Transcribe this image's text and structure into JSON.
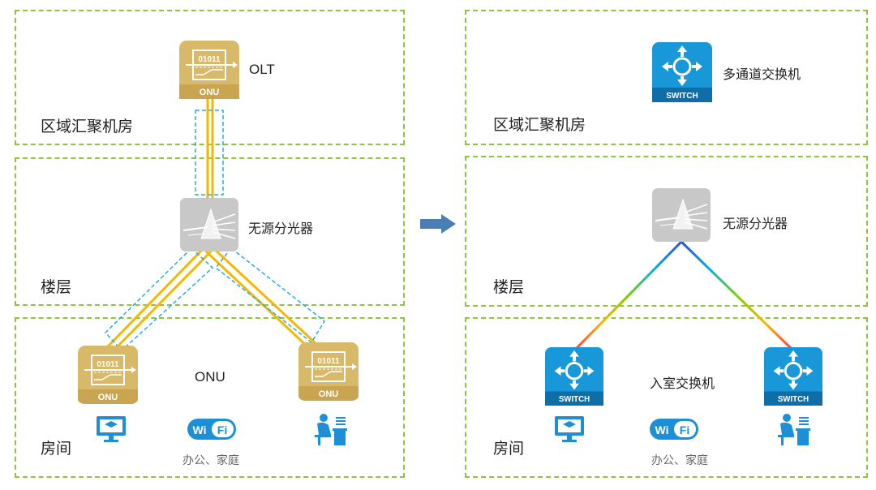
{
  "left": {
    "zone_top_label": "区域汇聚机房",
    "zone_mid_label": "楼层",
    "zone_bottom_label": "房间",
    "olt_label": "OLT",
    "olt_badge": "ONU",
    "olt_bits": "01011",
    "splitter_label": "无源分光器",
    "onu_label": "ONU",
    "onu_left_badge": "ONU",
    "onu_right_badge": "ONU",
    "onu_bits": "01011",
    "bottom_caption": "办公、家庭",
    "wifi_text": "Wi Fi"
  },
  "right": {
    "zone_top_label": "区域汇聚机房",
    "zone_mid_label": "楼层",
    "zone_bottom_label": "房间",
    "switch_top_label": "多通道交换机",
    "switch_badge": "SWITCH",
    "splitter_label": "无源分光器",
    "room_switch_label": "入室交换机",
    "switch_left_badge": "SWITCH",
    "switch_right_badge": "SWITCH",
    "bottom_caption": "办公、家庭",
    "wifi_text": "Wi Fi"
  },
  "colors": {
    "zone_border": "#8cc63f",
    "fiber": "#f5b800",
    "fiber_sheath": "#29abe2",
    "onu_gold": "#d8b96a",
    "switch_blue": "#1897d9",
    "splitter_gray": "#c8c8c8",
    "arrow": "#4a7fb5"
  }
}
